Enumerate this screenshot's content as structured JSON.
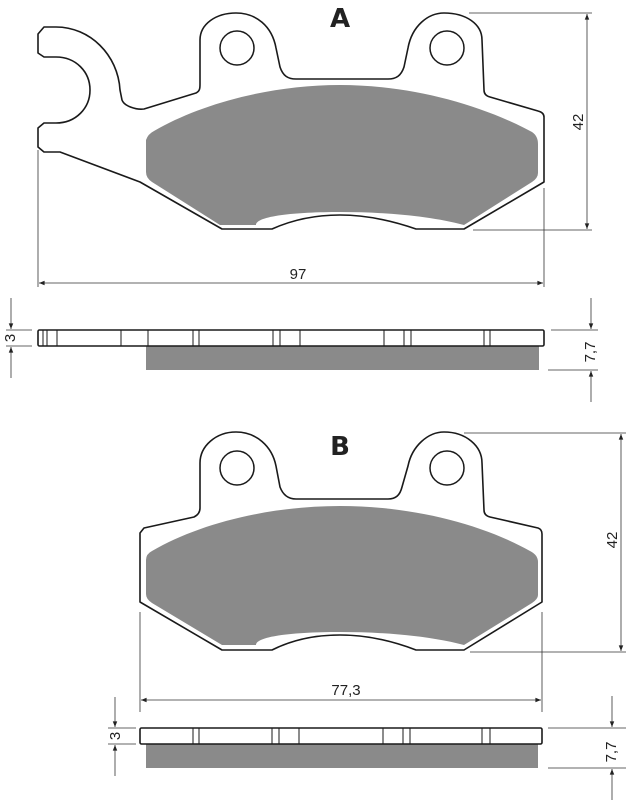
{
  "pads": [
    {
      "label": "A",
      "dimensions": {
        "width": "97",
        "height": "42",
        "plate_thickness": "3",
        "total_thickness": "7,7"
      }
    },
    {
      "label": "B",
      "dimensions": {
        "width": "77,3",
        "height": "42",
        "plate_thickness": "3",
        "total_thickness": "7,7"
      }
    }
  ],
  "colors": {
    "friction_material": "#8a8a8a",
    "outline": "#1a1a1a"
  }
}
